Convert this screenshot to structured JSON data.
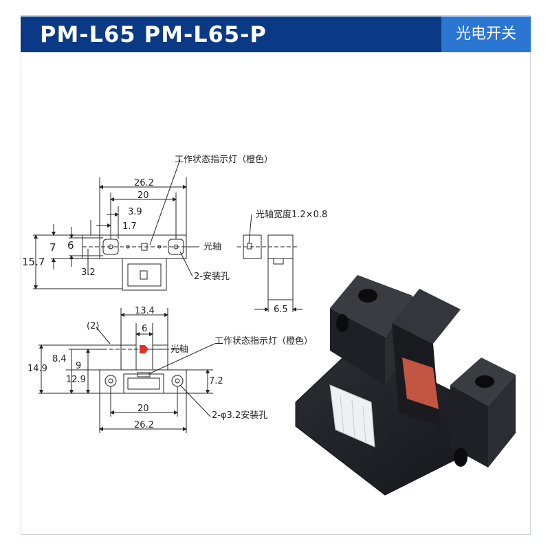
{
  "header": {
    "title": "PM-L65 PM-L65-P",
    "tag": "光电开关"
  },
  "top_view": {
    "label_indicator": "工作状态指示灯（橙色）",
    "dim_26_2": "26.2",
    "dim_20": "20",
    "dim_3_9": "3.9",
    "dim_1_7": "1.7",
    "dim_7": "7",
    "dim_6": "6",
    "dim_15_7": "15.7",
    "dim_3_2": "3.2",
    "label_axis": "光轴",
    "label_holes": "2-安装孔"
  },
  "side_view": {
    "label_axis_width": "光轴宽度1.2×0.8",
    "dim_6_5": "6.5"
  },
  "front_view": {
    "dim_13_4": "13.4",
    "dim_6": "6",
    "dim_2": "(2)",
    "dim_8_4": "8.4",
    "dim_14_9": "14.9",
    "dim_9": "9",
    "dim_12_9": "12.9",
    "dim_7_2": "7.2",
    "dim_20": "20",
    "dim_26_2": "26.2",
    "label_axis": "光轴",
    "label_indicator": "工作状态指示灯（橙色）",
    "label_holes": "2-φ3.2安装孔"
  },
  "colors": {
    "header_bg": "#0a3a86",
    "tag_bg": "#2c76d3",
    "indicator": "#e0302a"
  }
}
